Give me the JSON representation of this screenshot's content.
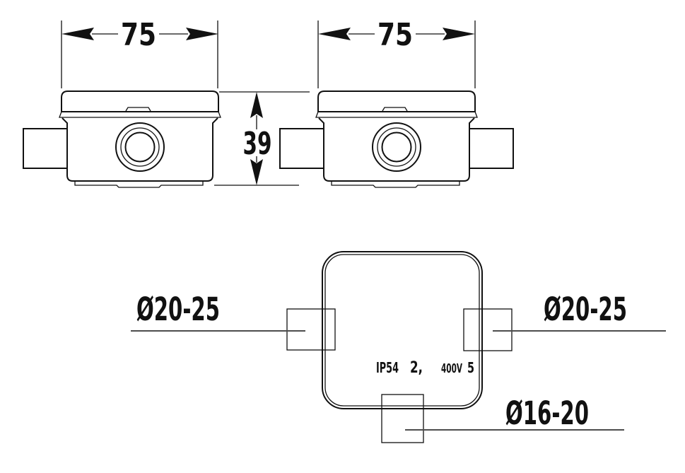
{
  "colors": {
    "line": "#111111",
    "leader": "#4d4d4d",
    "text": "#111111",
    "background": "#ffffff"
  },
  "dimensions": {
    "width_left": "75",
    "width_right": "75",
    "height": "39"
  },
  "callouts": {
    "left": "Ø20-25",
    "right": "Ø20-25",
    "bottom": "Ø16-20"
  },
  "markings": {
    "ip_rating": "IP54",
    "fragment_2": "2,",
    "voltage": "400V",
    "fragment_4": "5"
  }
}
